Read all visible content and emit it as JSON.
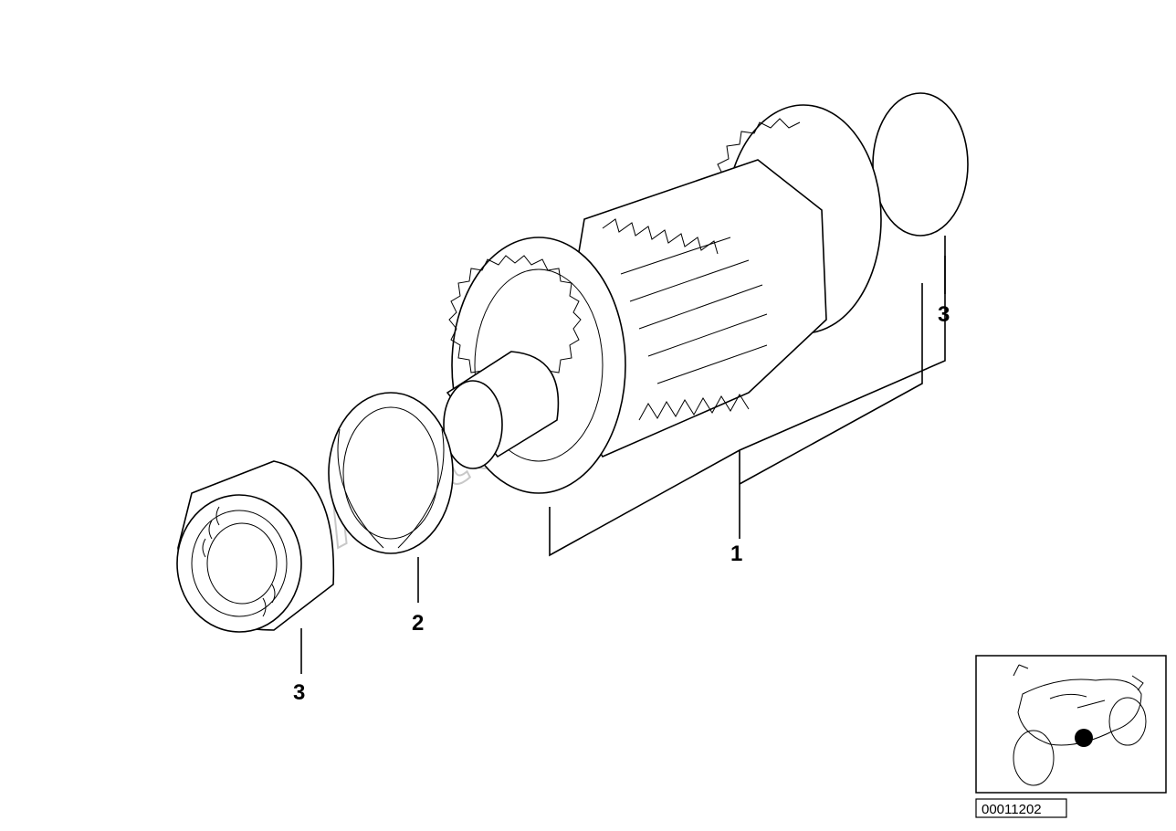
{
  "callouts": {
    "label_1": "1",
    "label_2": "2",
    "label_3_bearing_left": "3",
    "label_3_bearing_right": "3"
  },
  "watermark": "Autosoft",
  "reference_number": "00011202",
  "thumbnail": {
    "icon": "motorcycle-icon",
    "marker_color": "#000000"
  }
}
